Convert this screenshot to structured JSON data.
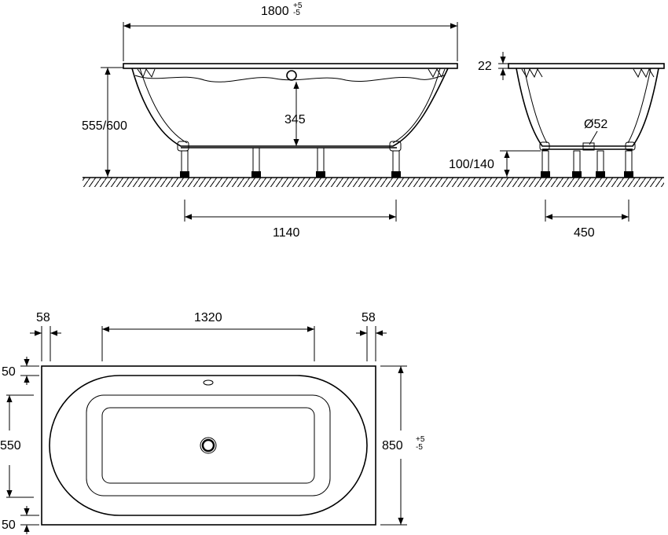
{
  "side_view": {
    "length": "1800",
    "length_tol_plus": "+5",
    "length_tol_minus": "-5",
    "height": "555/600",
    "depth": "345",
    "leg_spacing": "1140"
  },
  "end_view": {
    "rim_thickness": "22",
    "drain_diameter": "Ø52",
    "leg_height": "100/140",
    "leg_spacing": "450"
  },
  "top_view": {
    "left_offset": "58",
    "inner_length": "1320",
    "right_offset": "58",
    "top_margin": "50",
    "inner_width": "550",
    "bottom_margin": "50",
    "width": "850",
    "width_tol_plus": "+5",
    "width_tol_minus": "-5"
  }
}
